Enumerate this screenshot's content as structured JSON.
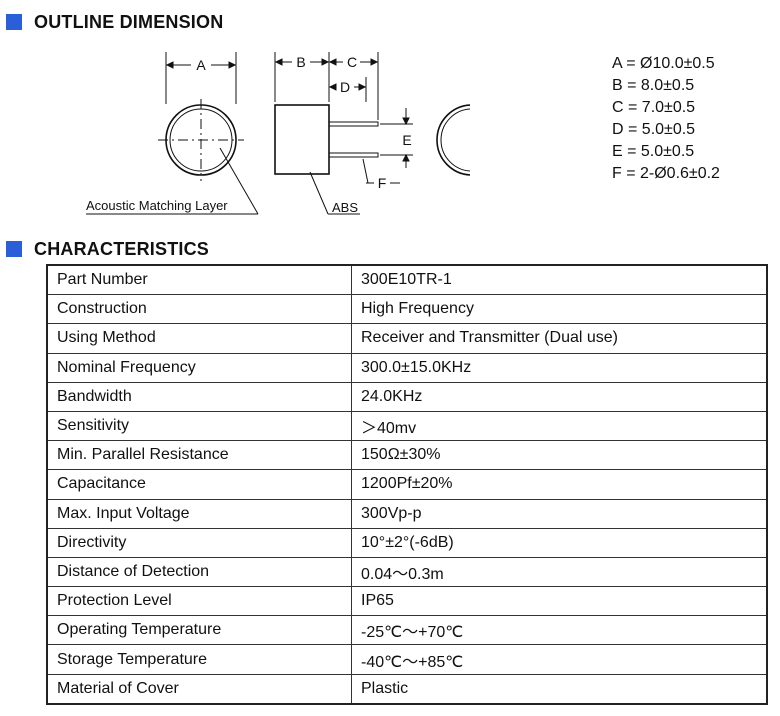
{
  "outline": {
    "title": "OUTLINE DIMENSION",
    "labels": {
      "a": "A",
      "b": "B",
      "c": "C",
      "d": "D",
      "e": "E",
      "f": "F",
      "acoustic": "Acoustic Matching Layer",
      "abs": "ABS",
      "plus": "(+)",
      "minus": "(-)"
    },
    "dimensions": [
      "A = Ø10.0±0.5",
      "B = 8.0±0.5",
      "C = 7.0±0.5",
      "D = 5.0±0.5",
      "E = 5.0±0.5",
      "F = 2-Ø0.6±0.2"
    ]
  },
  "characteristics": {
    "title": "CHARACTERISTICS",
    "rows": [
      [
        "Part Number",
        "300E10TR-1"
      ],
      [
        "Construction",
        "High Frequency"
      ],
      [
        "Using Method",
        "Receiver and Transmitter (Dual use)"
      ],
      [
        "Nominal Frequency",
        "300.0±15.0KHz"
      ],
      [
        "Bandwidth",
        "24.0KHz"
      ],
      [
        "Sensitivity",
        "＞40mv"
      ],
      [
        "Min. Parallel Resistance",
        "150Ω±30%"
      ],
      [
        "Capacitance",
        "1200Pf±20%"
      ],
      [
        "Max. Input Voltage",
        "300Vp-p"
      ],
      [
        "Directivity",
        "10°±2°(-6dB)"
      ],
      [
        "Distance of Detection",
        "0.04～0.3m"
      ],
      [
        "Protection Level",
        "IP65"
      ],
      [
        "Operating Temperature",
        "-25℃～+70℃"
      ],
      [
        "Storage Temperature",
        "-40℃～+85℃"
      ],
      [
        "Material of Cover",
        "Plastic"
      ]
    ]
  }
}
